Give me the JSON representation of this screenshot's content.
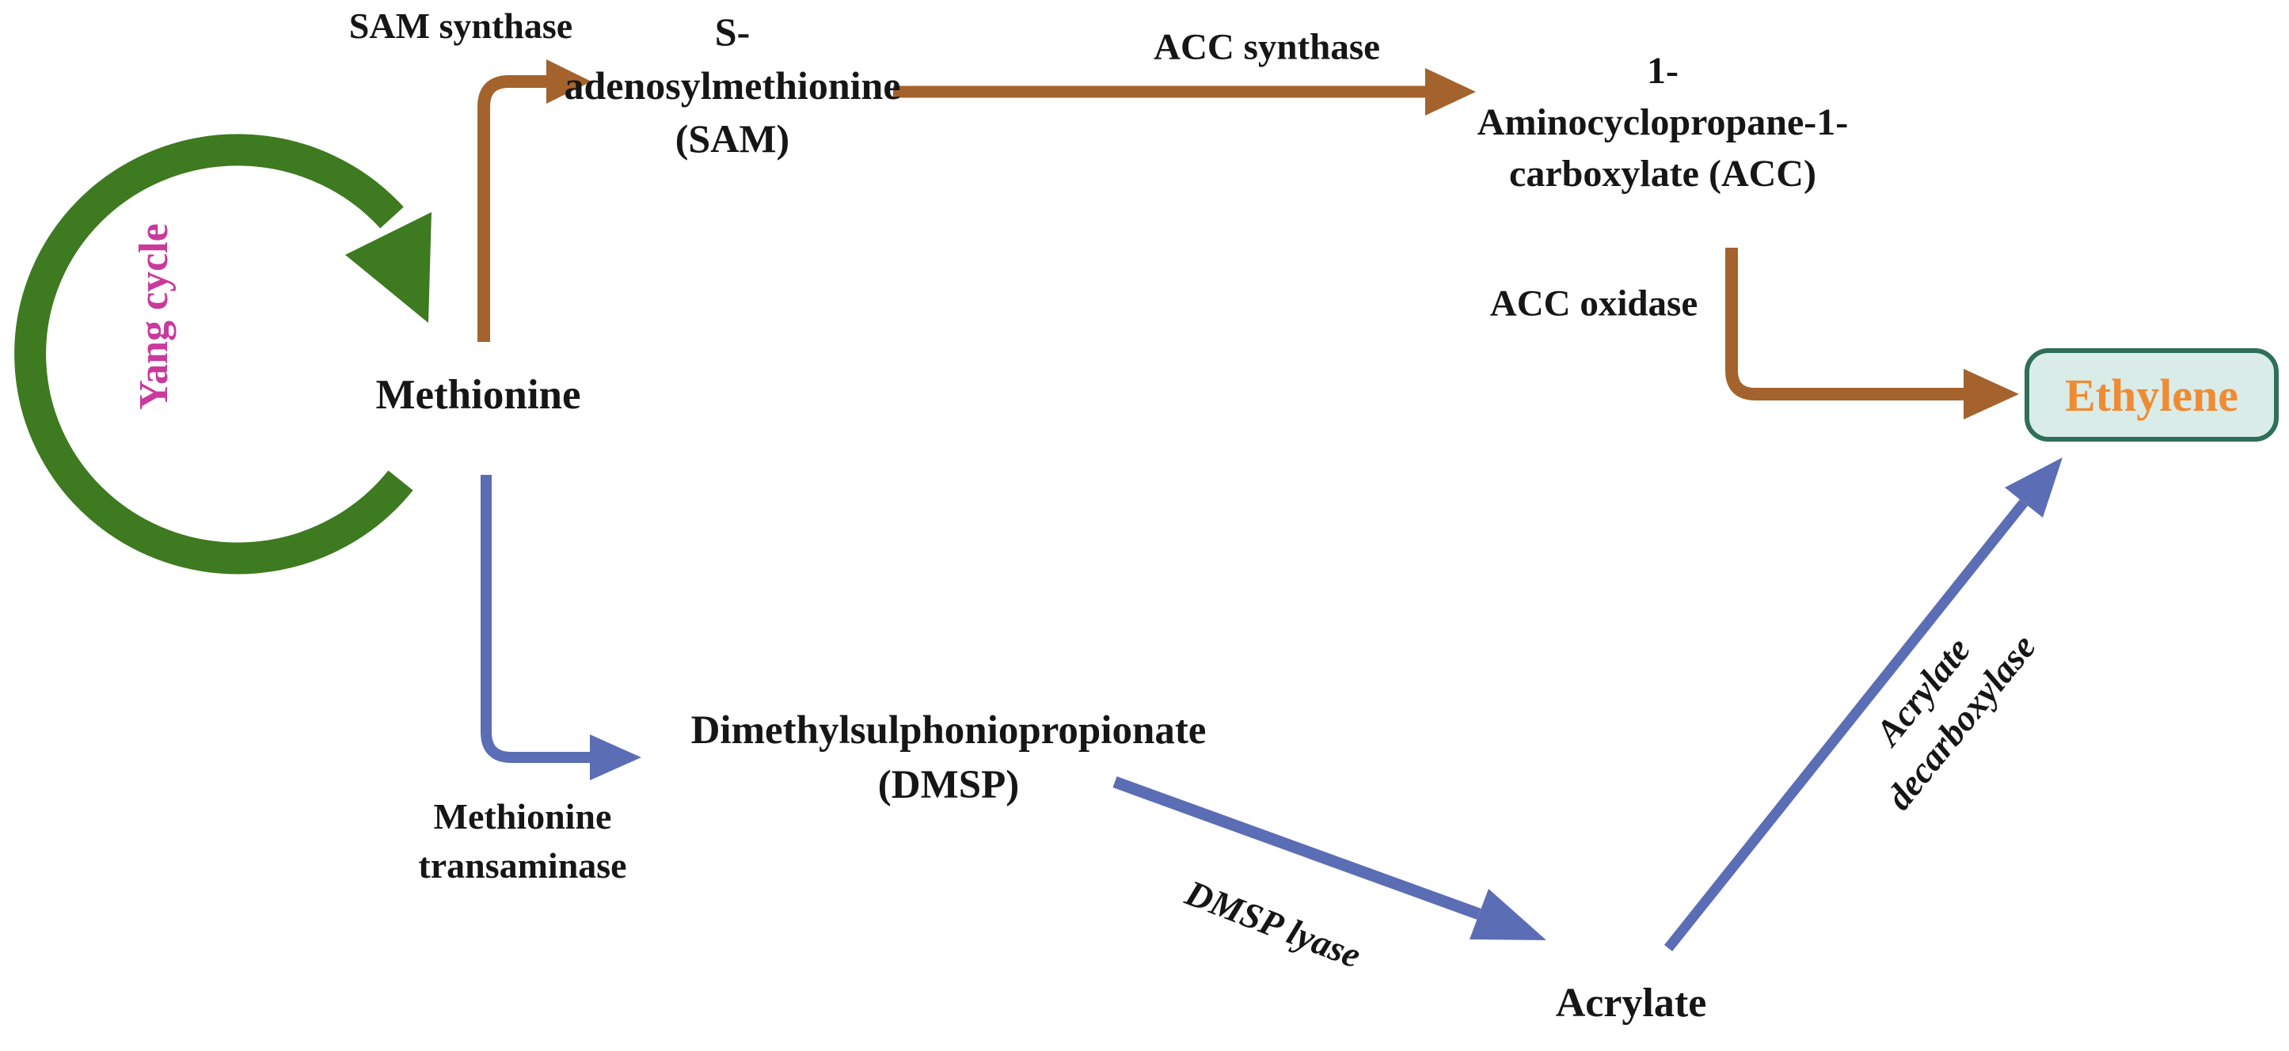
{
  "colors": {
    "green": "#3e7a20",
    "brown": "#a4632c",
    "blue": "#5b6db4",
    "magenta": "#ca3a9c",
    "orange": "#ee8c35",
    "box_fill": "#d9ece7",
    "box_border": "#2f6e58",
    "text": "#161616"
  },
  "cycle": {
    "label": "Yang cycle"
  },
  "nodes": {
    "methionine": {
      "label": "Methionine"
    },
    "sam": {
      "label": "S-\nadenosylmethionine\n(SAM)"
    },
    "acc": {
      "label": "1-\nAminocyclopropane-1-\ncarboxylate (ACC)"
    },
    "ethylene": {
      "label": "Ethylene"
    },
    "dmsp": {
      "label": "Dimethylsulphoniopropionate\n(DMSP)"
    },
    "acrylate": {
      "label": "Acrylate"
    }
  },
  "enzymes": {
    "sam_synthase": {
      "label": "SAM synthase"
    },
    "acc_synthase": {
      "label": "ACC synthase"
    },
    "acc_oxidase": {
      "label": "ACC oxidase"
    },
    "methionine_transaminase": {
      "label": "Methionine\ntransaminase"
    },
    "dmsp_lyase": {
      "label": "DMSP lyase"
    },
    "acrylate_decarboxylase": {
      "label": "Acrylate decarboxylase"
    }
  },
  "edges": [
    {
      "from": "Methionine",
      "to": "S-adenosylmethionine (SAM)",
      "enzyme": "SAM synthase",
      "color": "brown"
    },
    {
      "from": "S-adenosylmethionine (SAM)",
      "to": "1-Aminocyclopropane-1-carboxylate (ACC)",
      "enzyme": "ACC synthase",
      "color": "brown"
    },
    {
      "from": "1-Aminocyclopropane-1-carboxylate (ACC)",
      "to": "Ethylene",
      "enzyme": "ACC oxidase",
      "color": "brown"
    },
    {
      "from": "Methionine",
      "to": "Dimethylsulphoniopropionate (DMSP)",
      "enzyme": "Methionine transaminase",
      "color": "blue"
    },
    {
      "from": "Dimethylsulphoniopropionate (DMSP)",
      "to": "Acrylate",
      "enzyme": "DMSP lyase",
      "color": "blue"
    },
    {
      "from": "Acrylate",
      "to": "Ethylene",
      "enzyme": "Acrylate decarboxylase",
      "color": "blue"
    },
    {
      "from": "Methionine",
      "to": "Methionine",
      "enzyme": "",
      "color": "green",
      "note": "Yang cycle"
    }
  ]
}
